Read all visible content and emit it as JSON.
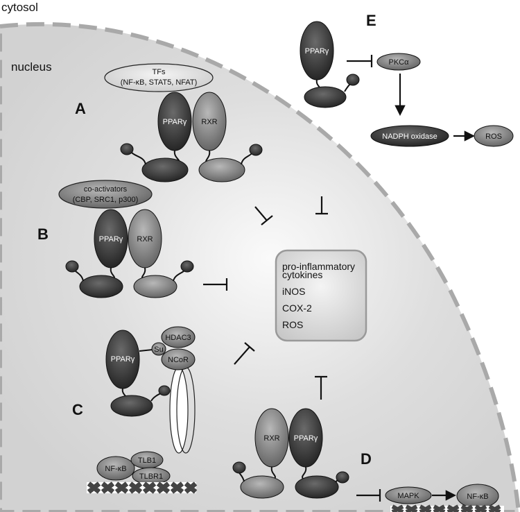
{
  "regions": {
    "cytosol": "cytosol",
    "nucleus": "nucleus"
  },
  "panels": {
    "a": "A",
    "b": "B",
    "c": "C",
    "d": "D",
    "e": "E"
  },
  "proteins": {
    "ppar": "PPARγ",
    "rxr": "RXR",
    "hdac3": "HDAC3",
    "su": "Su",
    "ncor": "NCoR",
    "nfkb": "NF-κB",
    "tlb1": "TLB1",
    "tlbr1": "TLBR1",
    "mapk": "MAPK",
    "pkc": "PKCα",
    "nadph": "NADPH oxidase",
    "ros": "ROS"
  },
  "tfs": {
    "title": "TFs",
    "subtitle": "(NF-κB, STAT5, NFAT)"
  },
  "coactivators": {
    "title": "co-activators",
    "subtitle": "(CBP, SRC1, p300)"
  },
  "outputs": {
    "line1": "pro-inflammatory",
    "line2": "cytokines",
    "inos": "iNOS",
    "cox2": "COX-2",
    "ros": "ROS"
  },
  "colors": {
    "nucleus_fill": "#d8d8d8",
    "membrane": "#a9a9a9",
    "ppar": "#3a3a3a",
    "rxr": "#8a8a8a",
    "output_box": "#d0d0d0"
  }
}
